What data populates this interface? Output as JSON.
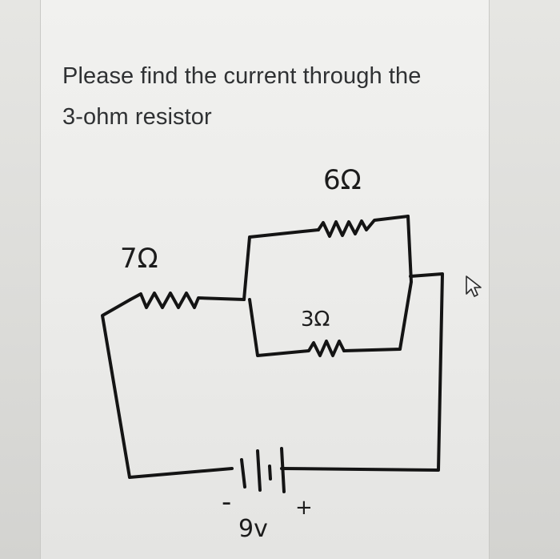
{
  "question": {
    "line1": "Please find the current through the",
    "line2": "3-ohm resistor"
  },
  "circuit": {
    "resistor_top": "6Ω",
    "resistor_left": "7Ω",
    "resistor_middle": "3Ω",
    "battery_negative": "-",
    "battery_positive": "+",
    "battery_voltage": "9v"
  },
  "cursor_icon": "pointer-cursor-icon"
}
